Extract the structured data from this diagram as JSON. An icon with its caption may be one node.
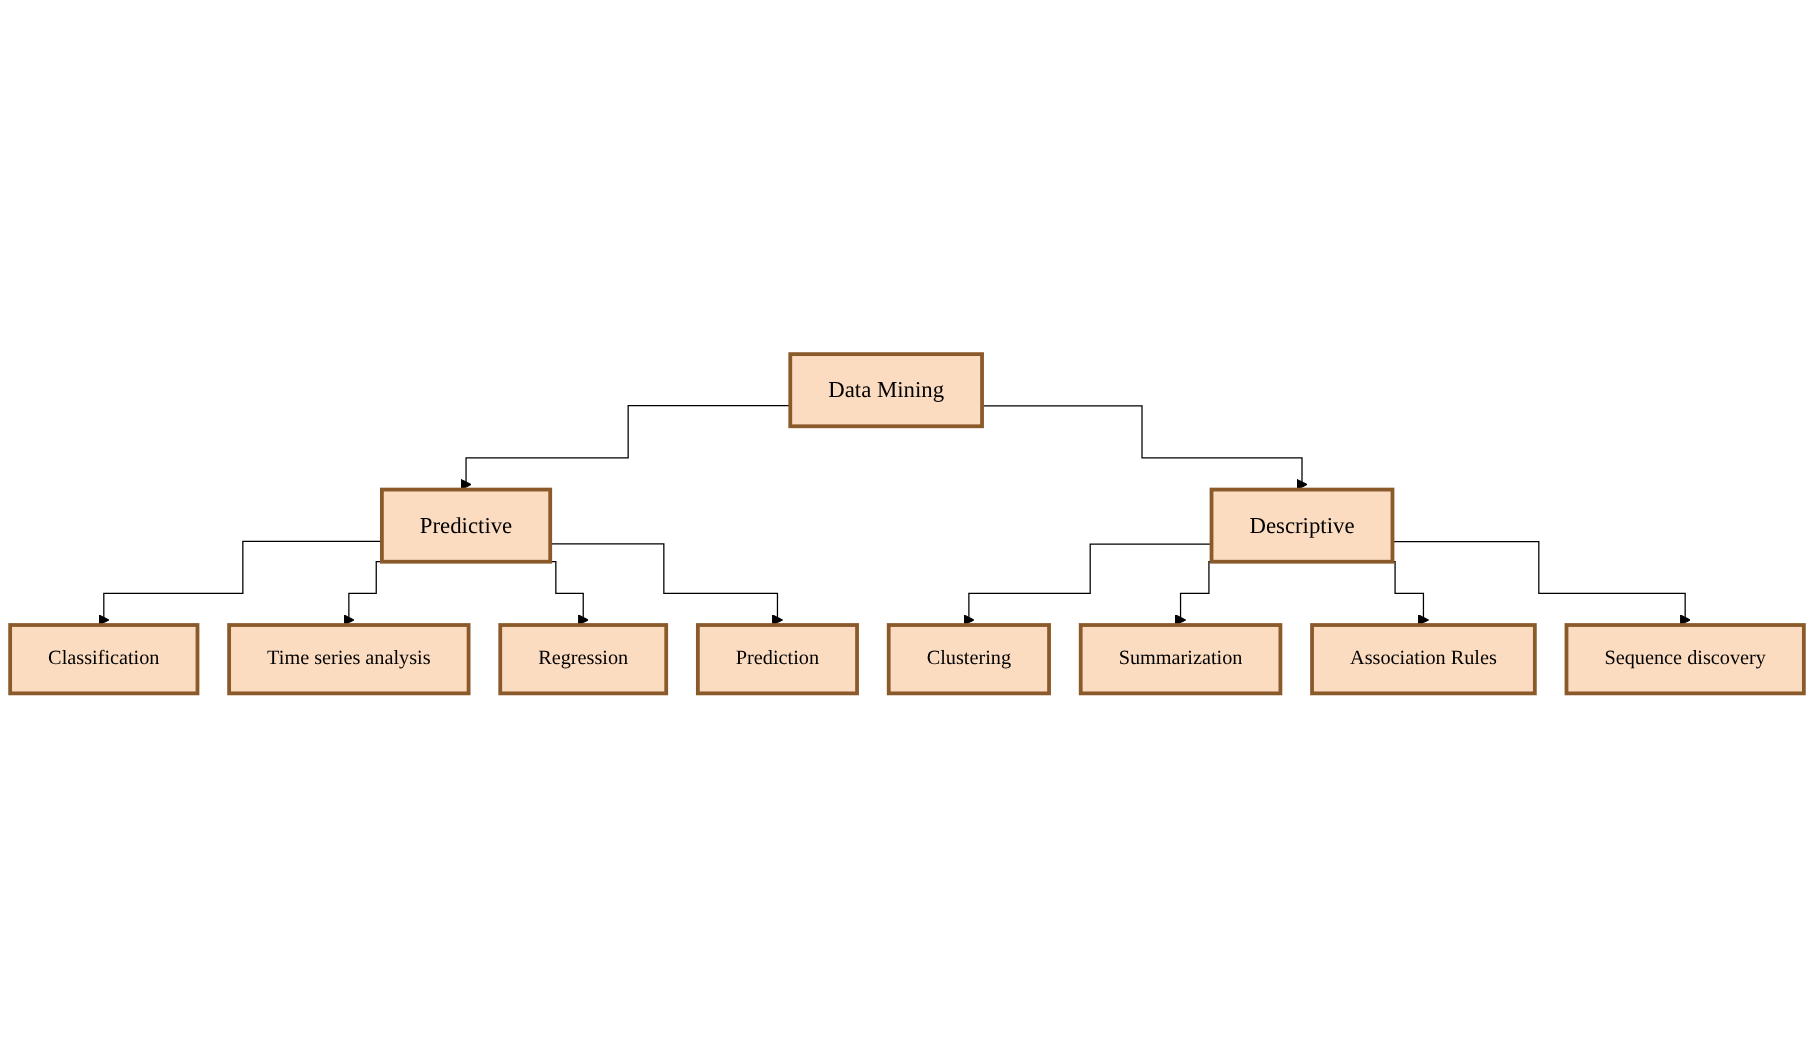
{
  "diagram": {
    "nodes": [
      {
        "text": [
          "Data Mining"
        ]
      },
      {
        "text": [
          "Predictive"
        ]
      },
      {
        "text": [
          "Descriptive"
        ]
      },
      {
        "text": [
          "Classification"
        ]
      },
      {
        "text": [
          "Regression"
        ]
      },
      {
        "text": [
          "Time series analysis"
        ]
      },
      {
        "text": [
          "Prediction"
        ]
      },
      {
        "text": [
          "Clustering"
        ]
      },
      {
        "text": [
          "Association Rules"
        ]
      },
      {
        "text": [
          "Summarization"
        ]
      },
      {
        "text": [
          "Sequence discovery"
        ]
      }
    ],
    "edges": [
      {
        "from": 0,
        "to": 1,
        "arrow": "to"
      },
      {
        "from": 0,
        "to": 2,
        "arrow": "to"
      },
      {
        "from": 1,
        "to": 3,
        "arrow": "to"
      },
      {
        "from": 1,
        "to": 5,
        "arrow": "to"
      },
      {
        "from": 1,
        "to": 4,
        "arrow": "to"
      },
      {
        "from": 1,
        "to": 6,
        "arrow": "to"
      },
      {
        "from": 2,
        "to": 7,
        "arrow": "to"
      },
      {
        "from": 2,
        "to": 9,
        "arrow": "to"
      },
      {
        "from": 2,
        "to": 8,
        "arrow": "to"
      },
      {
        "from": 2,
        "to": 10,
        "arrow": "to"
      }
    ]
  }
}
